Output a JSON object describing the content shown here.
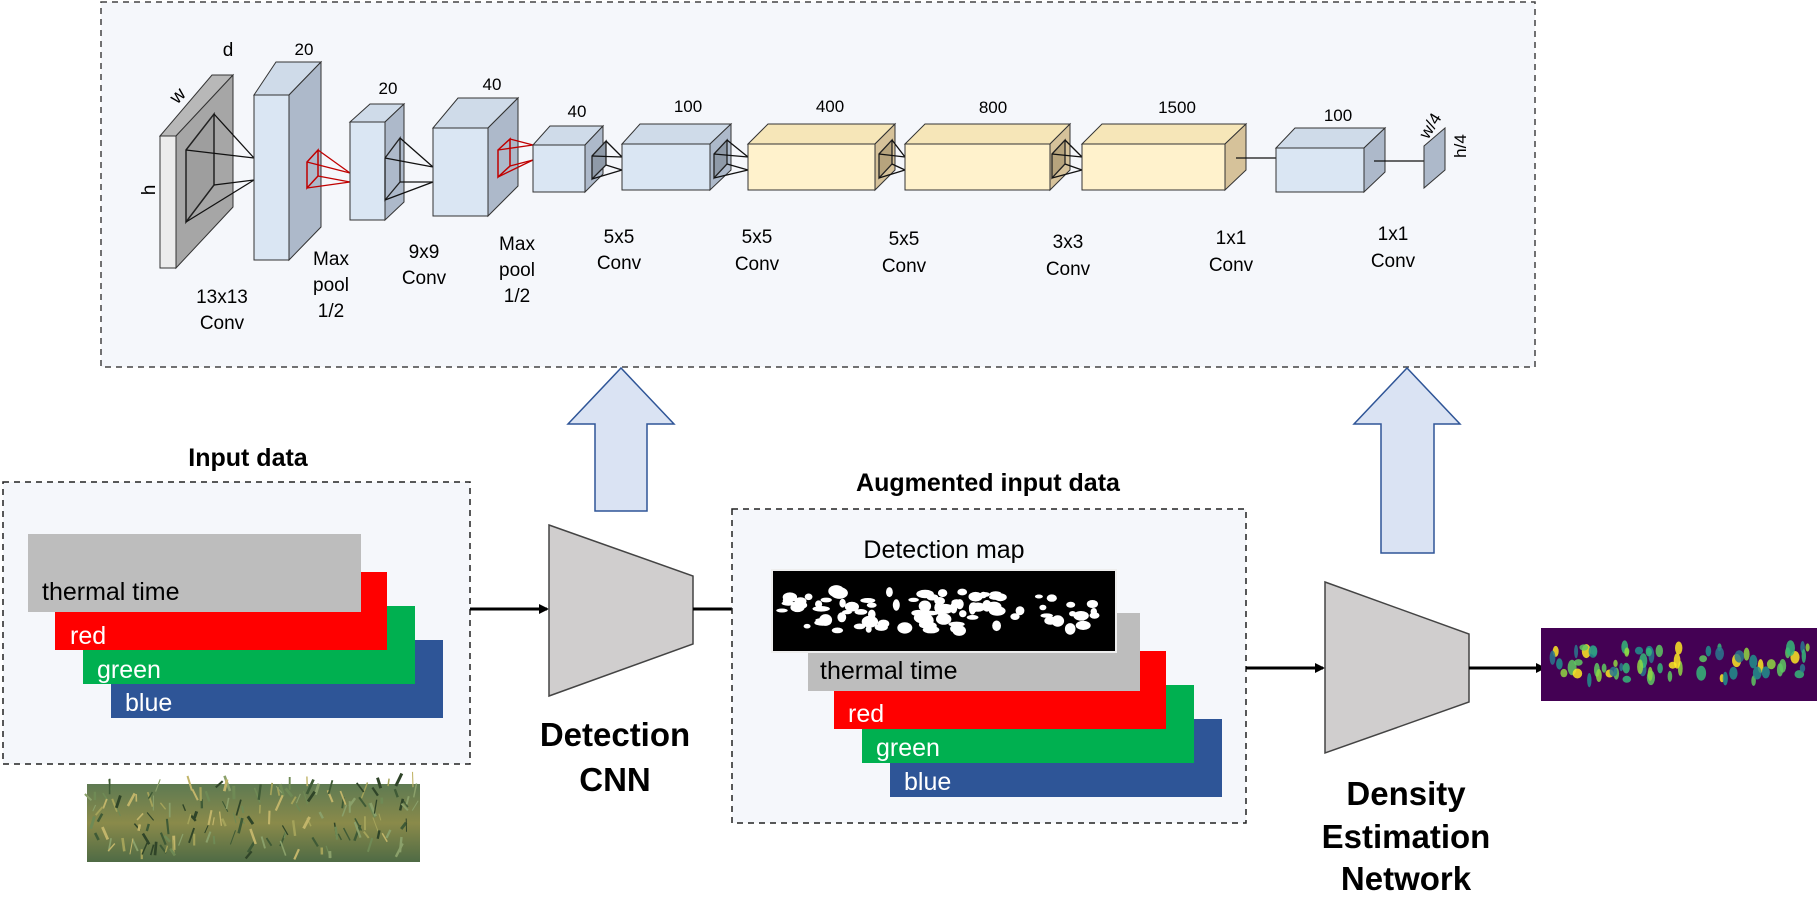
{
  "cnn_architecture": {
    "input_layer": {
      "width_label": "w",
      "depth_label": "d",
      "height_label": "h"
    },
    "block_sizes": [
      "20",
      "20",
      "40",
      "40",
      "100",
      "400",
      "800",
      "1500",
      "100"
    ],
    "op_labels": [
      [
        "13x13",
        "Conv"
      ],
      [
        "Max",
        "pool",
        "1/2"
      ],
      [
        "9x9",
        "Conv"
      ],
      [
        "Max",
        "pool",
        "1/2"
      ],
      [
        "5x5",
        "Conv"
      ],
      [
        "5x5",
        "Conv"
      ],
      [
        "5x5",
        "Conv"
      ],
      [
        "3x3",
        "Conv"
      ],
      [
        "1x1",
        "Conv"
      ],
      [
        "1x1",
        "Conv"
      ]
    ],
    "output_map": {
      "width_label": "w/4",
      "height_label": "h/4"
    }
  },
  "input_panel": {
    "title": "Input data",
    "channels": [
      "thermal time",
      "red",
      "green",
      "blue"
    ]
  },
  "detection_cnn": {
    "line1": "Detection",
    "line2": "CNN"
  },
  "augmented_panel": {
    "title": "Augmented input data",
    "detection_map_label": "Detection map",
    "channels": [
      "thermal time",
      "red",
      "green",
      "blue"
    ]
  },
  "density_network": {
    "line1": "Density",
    "line2": "Estimation",
    "line3": "Network"
  },
  "colors": {
    "thermal": "#bdbdbd",
    "red": "#ff0000",
    "green": "#00b050",
    "blue": "#2e5597",
    "blue_block": "#dae6f3",
    "yellow_block": "#fff2cc",
    "gray_block": "#d0cece",
    "arrow_fill": "#dae3f3",
    "arrow_stroke": "#2f5597",
    "density_bg": "#440154"
  }
}
